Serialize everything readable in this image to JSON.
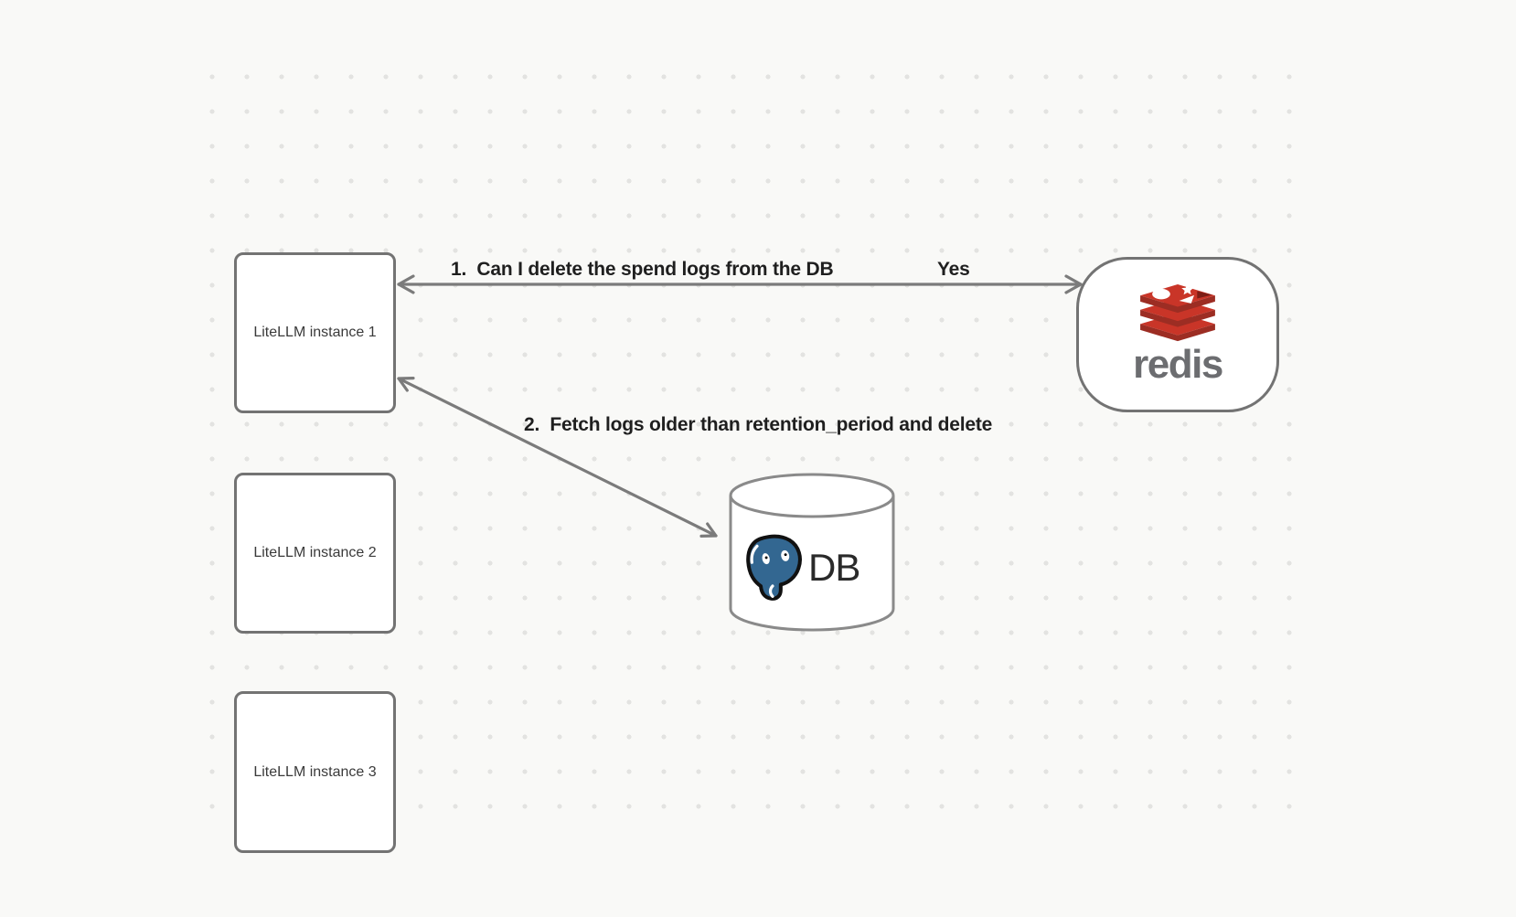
{
  "diagram": {
    "instances": [
      {
        "label": "LiteLLM instance 1"
      },
      {
        "label": "LiteLLM instance 2"
      },
      {
        "label": "LiteLLM instance 3"
      }
    ],
    "redis": {
      "wordmark": "redis"
    },
    "database": {
      "label": "DB"
    },
    "flows": [
      {
        "label": "1.  Can I delete the spend logs from the DB",
        "response": "Yes"
      },
      {
        "label": "2.  Fetch logs older than retention_period and delete"
      }
    ]
  },
  "colors": {
    "canvas-bg": "#f9f9f7",
    "dot": "#e3e3e1",
    "shape-stroke": "#737373",
    "cyl-stroke": "#8a8a8a",
    "arrow": "#7b7b7b",
    "label-text": "#1f1f1f",
    "node-text": "#3a3a3a",
    "redis-red": "#c93528",
    "redis-dark": "#9c2d23",
    "redis-deep": "#7c1e16",
    "redis-wordmark": "#6c6d70",
    "postgres-blue": "#336791",
    "db-text": "#2a2a2a"
  }
}
